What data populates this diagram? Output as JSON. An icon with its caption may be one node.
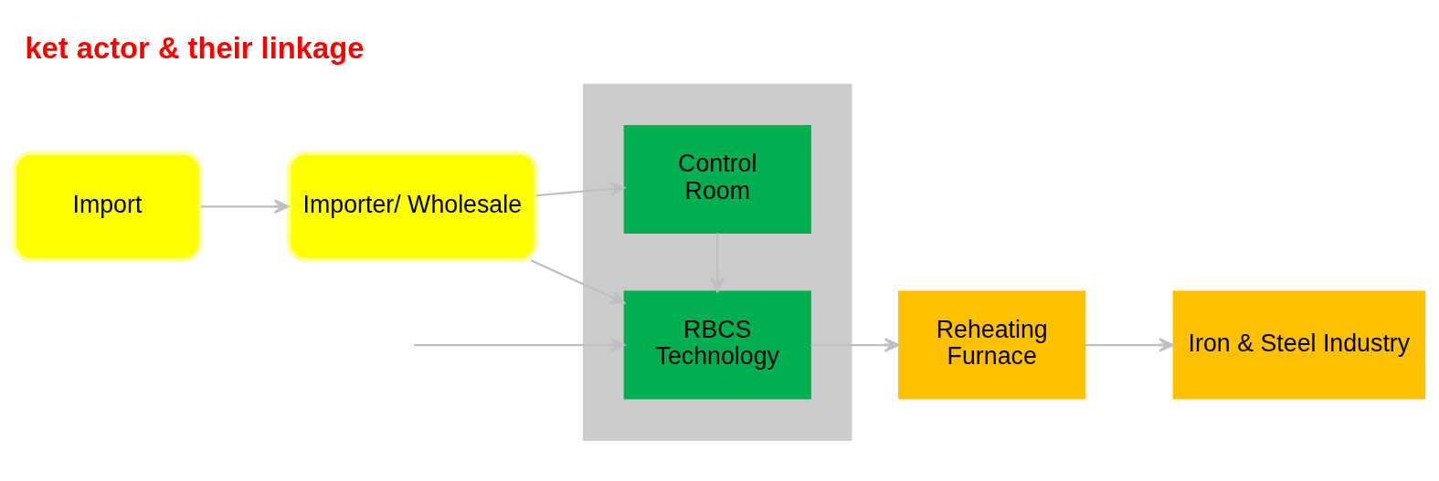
{
  "diagram": {
    "title": "ket actor & their linkage",
    "nodes": [
      {
        "text": [
          "Import"
        ]
      },
      {
        "text": [
          "Importer/ Wholesale"
        ]
      },
      {
        "text": [],
        "shape": "box"
      },
      {
        "text": [
          "RBCS",
          "Technology"
        ],
        "in": 2
      },
      {
        "text": [
          "Control",
          "Room"
        ],
        "in": 2
      },
      {
        "text": [
          "Reheating",
          "Furnace"
        ]
      },
      {
        "text": [
          "Iron & Steel Industry"
        ]
      }
    ],
    "edges": [
      {
        "from": 0,
        "to": 1,
        "arrow": "to"
      },
      {
        "from": 1,
        "to": 3,
        "arrow": "to"
      },
      {
        "from": 1,
        "to": 4,
        "arrow": "to"
      },
      {
        "from": 4,
        "to": 3,
        "arrow": "to"
      },
      {
        "from": null,
        "to": 3,
        "arrow": "to"
      },
      {
        "from": 3,
        "to": 5,
        "arrow": "to"
      },
      {
        "from": 5,
        "to": 6,
        "arrow": "to"
      }
    ]
  }
}
